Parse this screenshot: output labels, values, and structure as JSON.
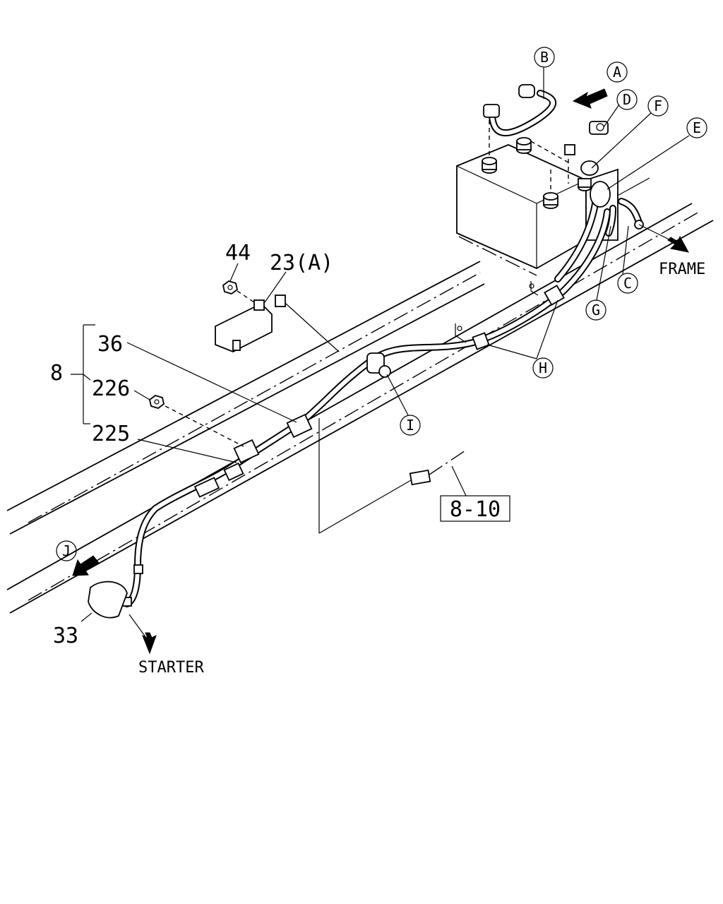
{
  "callouts": {
    "A": "A",
    "B": "B",
    "C": "C",
    "D": "D",
    "E": "E",
    "F": "F",
    "G": "G",
    "H": "H",
    "I": "I",
    "J": "J"
  },
  "parts": {
    "p44": "44",
    "p23": "23(A)",
    "p36": "36",
    "p8": "8",
    "p226": "226",
    "p225": "225",
    "p33": "33"
  },
  "ref_box": "8-10",
  "destinations": {
    "frame": "FRAME",
    "starter": "STARTER"
  }
}
